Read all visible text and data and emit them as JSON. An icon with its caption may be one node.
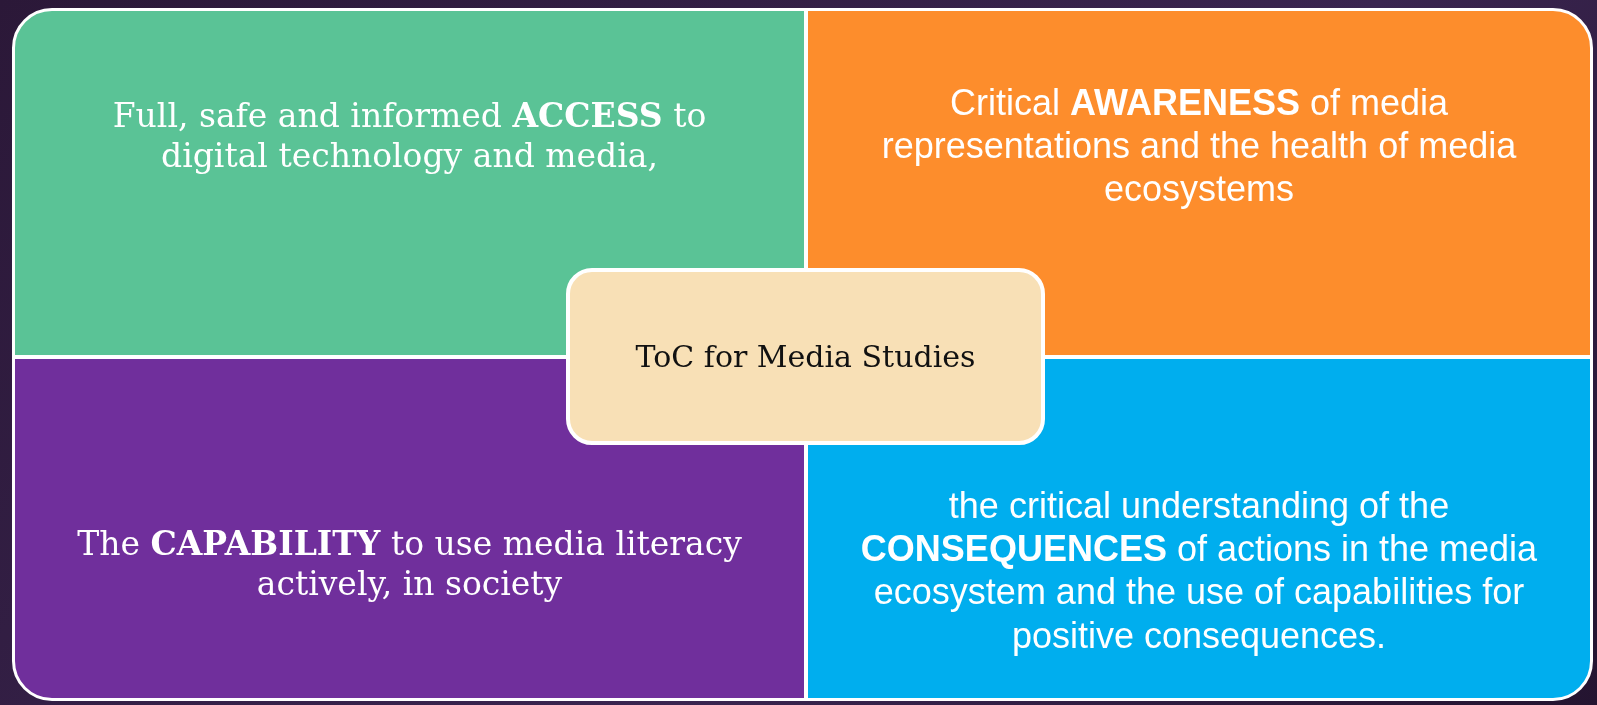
{
  "diagram": {
    "nodes": [
      {
        "text": [
          "Full, safe and informed **ACCESS** to digital technology and media,"
        ]
      },
      {
        "text": [
          "Critical **AWARENESS** of media representations and the health of media ecosystems"
        ]
      },
      {
        "text": [
          "ToC for Media Studies"
        ]
      },
      {
        "text": [
          "The **CAPABILITY** to use media literacy actively, in society"
        ]
      },
      {
        "text": [
          "the critical understanding of the **CONSEQUENCES** of actions in the media ecosystem and the use of capabilities for positive consequences."
        ]
      }
    ]
  }
}
